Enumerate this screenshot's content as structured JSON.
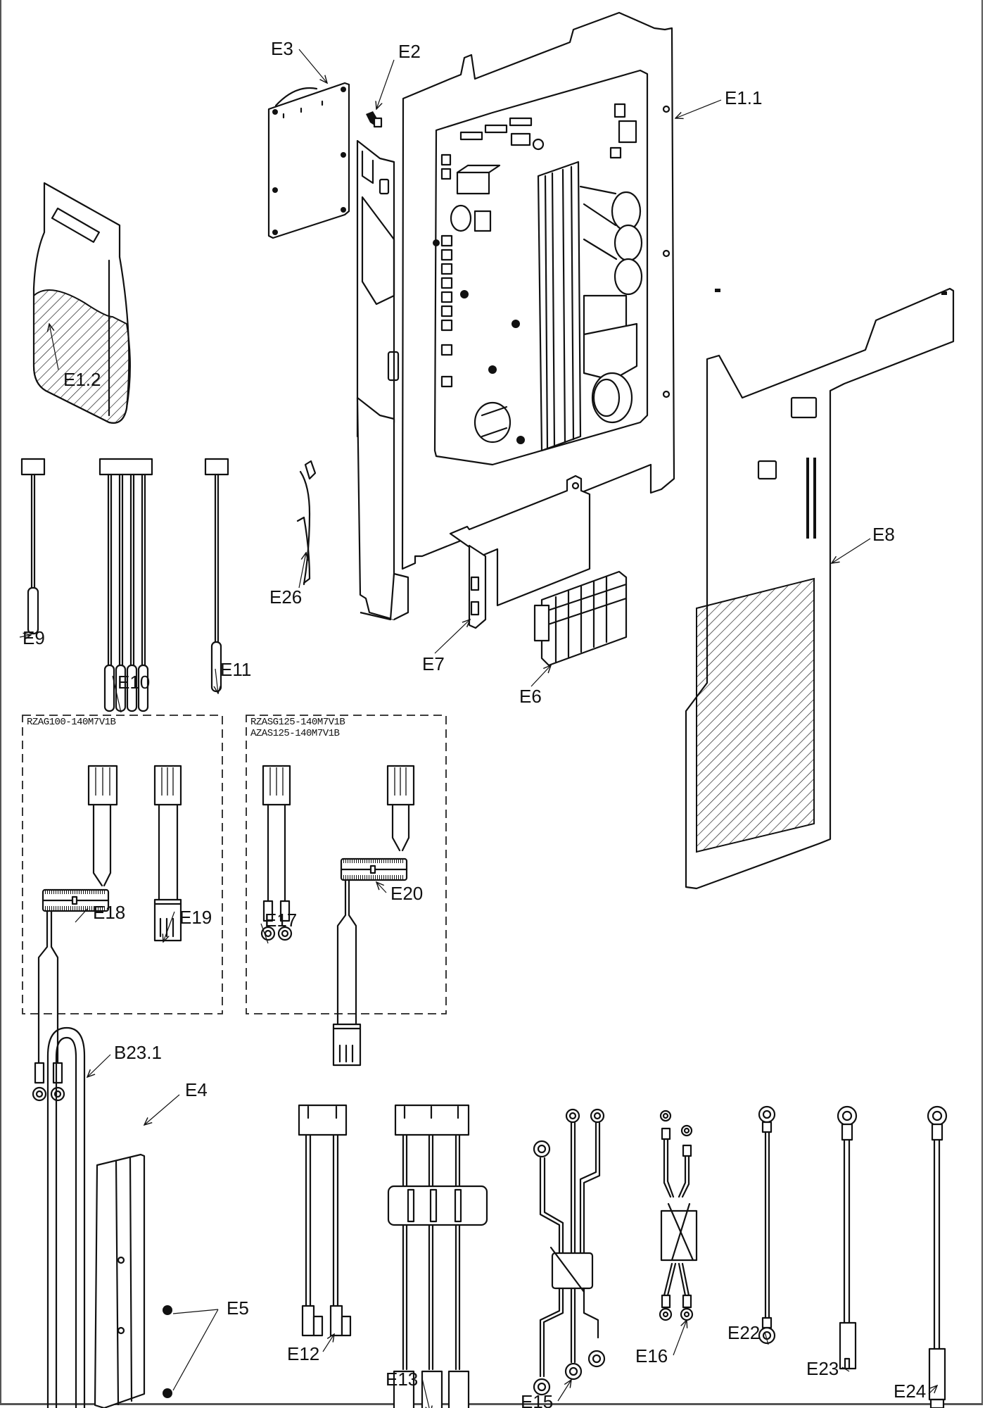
{
  "diagram": {
    "type": "exploded parts diagram",
    "subject": "Electrical box components"
  },
  "parts": {
    "E1_1": "E1.1",
    "E1_2": "E1.2",
    "E2": "E2",
    "E3": "E3",
    "E4": "E4",
    "E5": "E5",
    "E6": "E6",
    "E7": "E7",
    "E8": "E8",
    "E9": "E9",
    "E10": "E10",
    "E11": "E11",
    "E12": "E12",
    "E13": "E13",
    "E15": "E15",
    "E16": "E16",
    "E17": "E17",
    "E18": "E18",
    "E19": "E19",
    "E20": "E20",
    "E22": "E22",
    "E23": "E23",
    "E24": "E24",
    "E26": "E26",
    "B23_1": "B23.1"
  },
  "variant_boxes": [
    {
      "models": [
        "RZAG100-140M7V1B"
      ],
      "parts": [
        "E18",
        "E19"
      ]
    },
    {
      "models": [
        "RZASG125-140M7V1B",
        "AZAS125-140M7V1B"
      ],
      "parts": [
        "E17",
        "E20"
      ]
    }
  ]
}
